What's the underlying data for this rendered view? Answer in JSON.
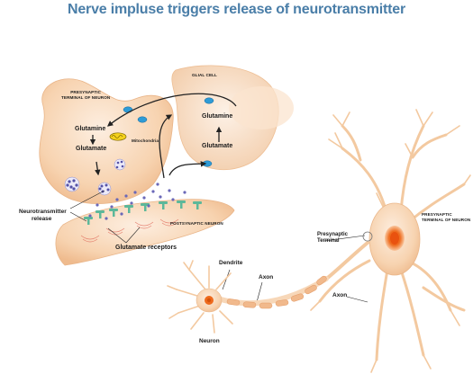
{
  "title": "Nerve impluse triggers release of neurotransmitter",
  "colors": {
    "title": "#4a7ea8",
    "membrane": "#f5cfa8",
    "membrane_light": "#fbe6d2",
    "membrane_edge": "#e9b589",
    "transporter": "#2e9bd6",
    "receptor": "#5cb89a",
    "vesicle": "#6a68b8",
    "nucleus": "#f07a2a",
    "arrow": "#222222"
  },
  "labels": {
    "presynaptic_terminal_left": [
      "PRESYNAPTIC",
      "TERMINAL OF NEURON"
    ],
    "glial_cell": "GLIAL CELL",
    "glutamine_left": "Glutamine",
    "glutamate_left": "Glutamate",
    "mitochondria": "Mitochondria",
    "glutamine_right": "Glutamine",
    "glutamate_right": "Glutamate",
    "neurotransmitter_release": [
      "Neurotransmitter",
      "release"
    ],
    "postsynaptic_neuron": "POSTSYNAPTIC NEURON",
    "glutamate_receptors": "Glutamate receptors",
    "presynaptic_terminal_right": [
      "PRESYNAPTIC",
      "TERMINAL OF NEURON"
    ],
    "presynaptic_terminal_callout": [
      "Presynaptic",
      "Terminal"
    ],
    "dendrite": "Dendrite",
    "axon_small": "Axon",
    "axon_large": "Axon",
    "neuron": "Neuron"
  },
  "icons": [
    "transporter-icon",
    "mitochondria-icon",
    "vesicle-icon",
    "receptor-icon",
    "arrow-icon"
  ]
}
